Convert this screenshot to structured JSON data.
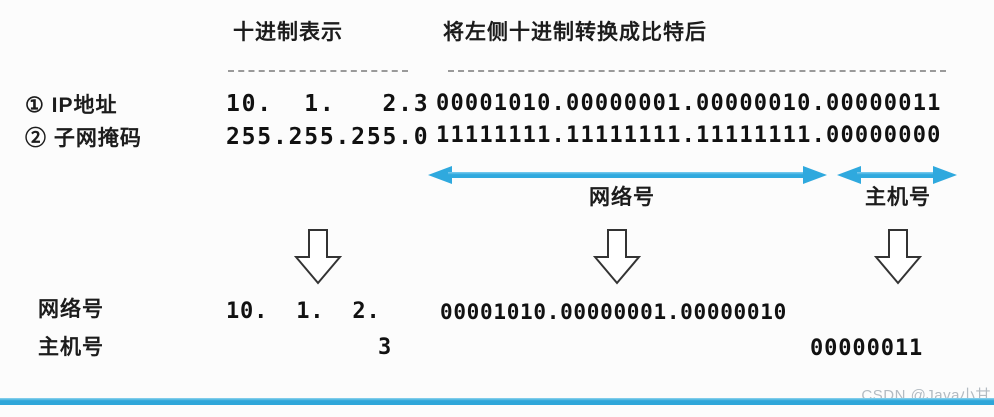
{
  "headers": {
    "decimal_col": "十进制表示",
    "binary_col": "将左侧十进制转换成比特后"
  },
  "rows": [
    {
      "label": "① IP地址",
      "decimal": "10.  1.   2.3",
      "binary": "00001010.00000001.00000010.00000011"
    },
    {
      "label": "② 子网掩码",
      "decimal": "255.255.255.0",
      "binary": "11111111.11111111.11111111.00000000"
    }
  ],
  "spans": {
    "network_label": "网络号",
    "host_label": "主机号"
  },
  "results": [
    {
      "label": "网络号",
      "decimal": "10.  1.  2.",
      "binary": "00001010.00000001.00000010"
    },
    {
      "label": "主机号",
      "decimal": "3",
      "binary": "00000011"
    }
  ],
  "watermark": "CSDN @Java小甘",
  "colors": {
    "accent_blue": "#2fa9de",
    "text": "#1c1c1c",
    "dashed_line": "#9a9a9a",
    "watermark_gray": "#b3bbc2"
  }
}
